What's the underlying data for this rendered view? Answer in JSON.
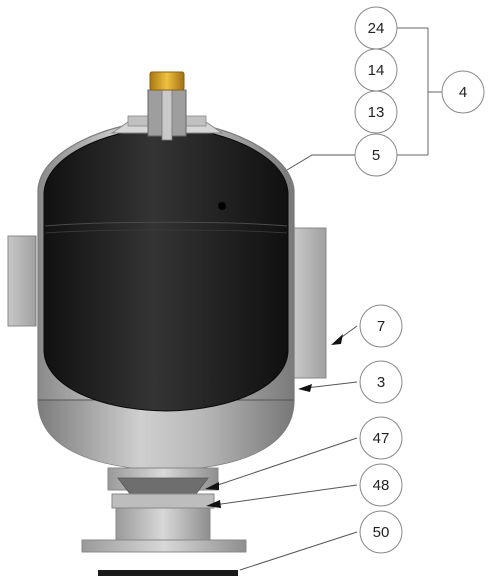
{
  "callouts": [
    {
      "id": "c24",
      "label": "24"
    },
    {
      "id": "c14",
      "label": "14"
    },
    {
      "id": "c13",
      "label": "13"
    },
    {
      "id": "c5",
      "label": "5"
    },
    {
      "id": "c4",
      "label": "4"
    },
    {
      "id": "c7",
      "label": "7"
    },
    {
      "id": "c3",
      "label": "3"
    },
    {
      "id": "c47",
      "label": "47"
    },
    {
      "id": "c48",
      "label": "48"
    },
    {
      "id": "c50",
      "label": "50"
    }
  ],
  "colors": {
    "bladder": "#1f1f1f",
    "shell": "#a9a9a9",
    "brass": "#d9a522",
    "line": "#666666"
  }
}
